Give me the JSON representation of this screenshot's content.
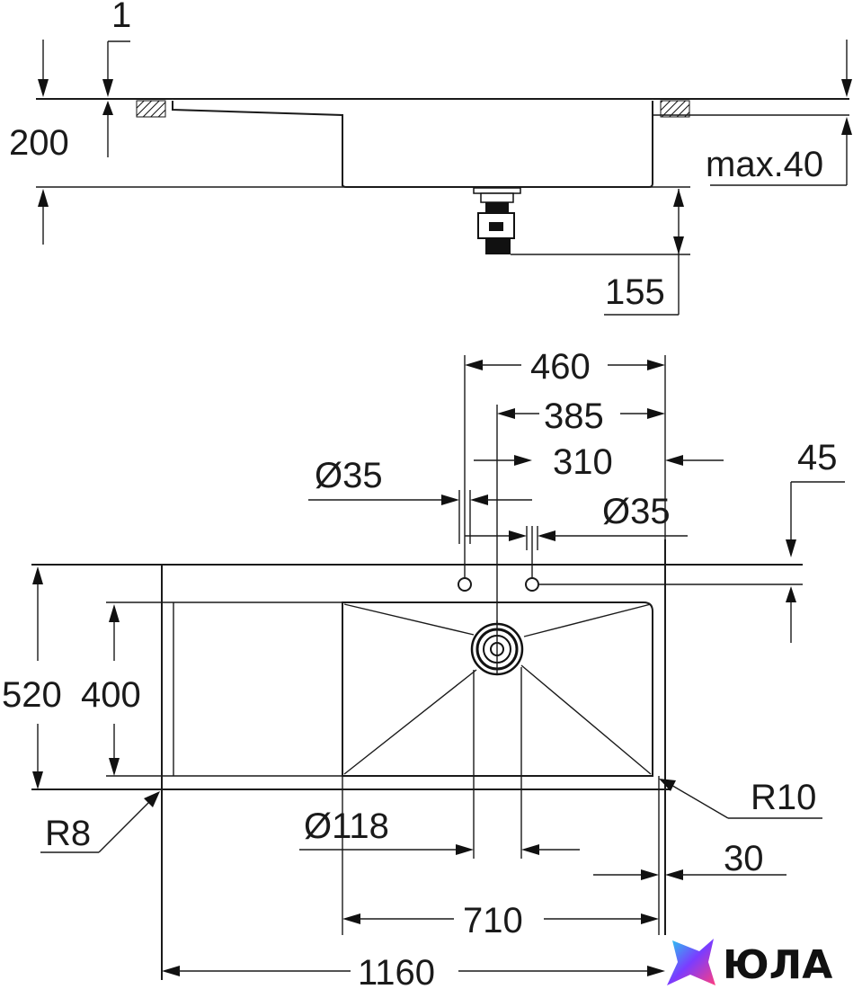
{
  "side_view": {
    "dim_1": "1",
    "dim_200": "200",
    "dim_max40": "max.40",
    "dim_155": "155"
  },
  "top_view": {
    "dim_460": "460",
    "dim_385": "385",
    "dim_310": "310",
    "dim_d35_left": "Ø35",
    "dim_d35_right": "Ø35",
    "dim_45": "45",
    "dim_520": "520",
    "dim_400": "400",
    "dim_r8": "R8",
    "dim_r10": "R10",
    "dim_d118": "Ø118",
    "dim_30": "30",
    "dim_710": "710",
    "dim_1160": "1160"
  },
  "watermark": {
    "text": "ЮЛА",
    "colors": [
      "#ff3d7f",
      "#7b3cff",
      "#22d3ee"
    ]
  }
}
